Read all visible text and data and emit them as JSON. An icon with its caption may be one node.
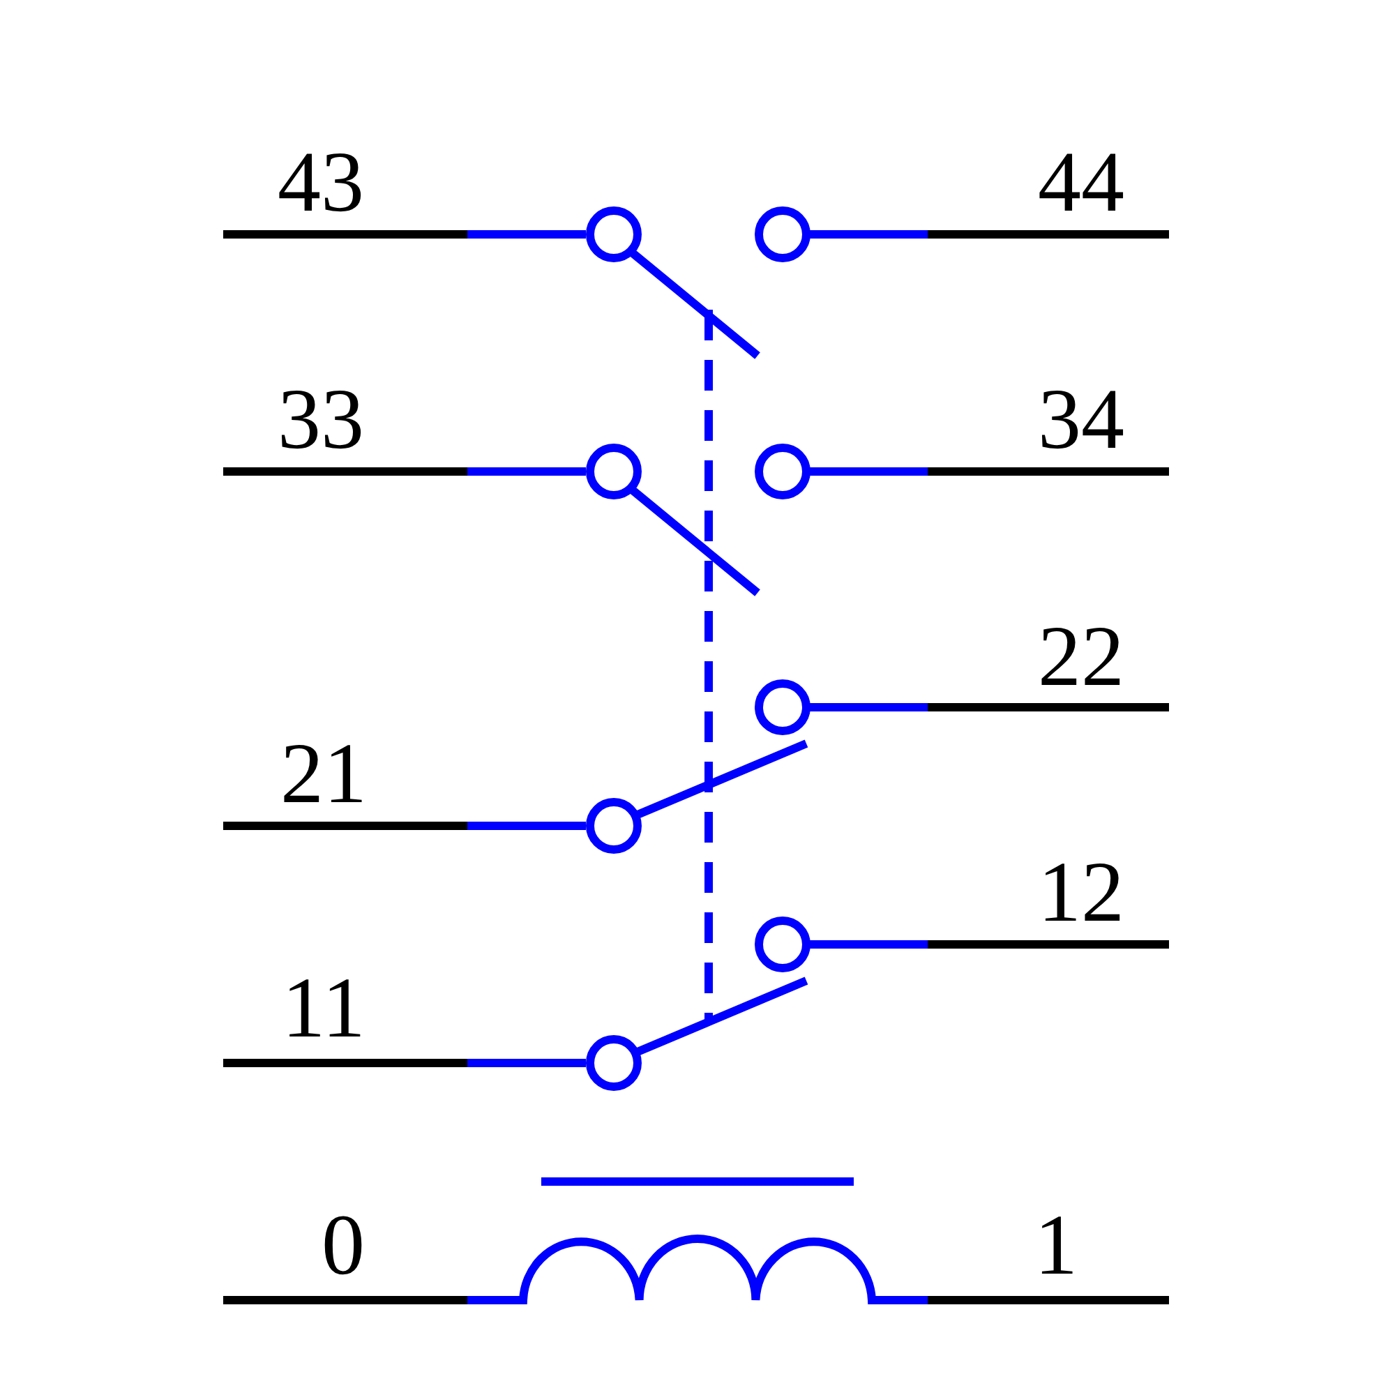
{
  "diagram": {
    "labels": [
      "43",
      "44",
      "33",
      "34",
      "22",
      "21",
      "12",
      "11",
      "0",
      "1"
    ]
  }
}
